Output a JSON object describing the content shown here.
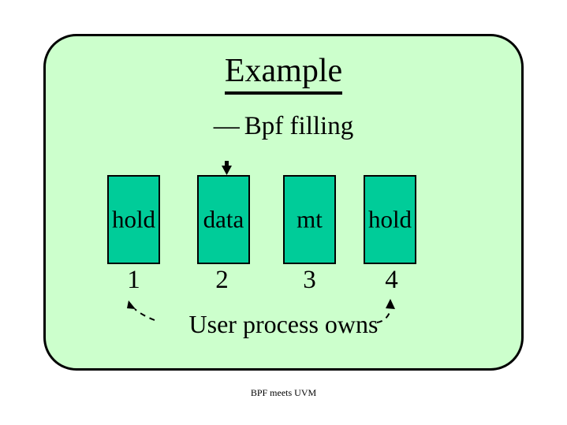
{
  "slide": {
    "title": "Example",
    "subtitle_dash": "—",
    "subtitle": "Bpf filling",
    "caption": "User process owns",
    "footer": "BPF meets UVM",
    "panel_fill": "#ccffcc",
    "panel_border": "#000000",
    "box_fill": "#00cc99",
    "box_border": "#000000",
    "text_color": "#000000",
    "page_background": "#ffffff"
  },
  "buffers": {
    "column_headers": [
      "1",
      "2",
      "3",
      "4"
    ],
    "cells": [
      {
        "index": "1",
        "state": "hold"
      },
      {
        "index": "2",
        "state": "data"
      },
      {
        "index": "3",
        "state": "mt"
      },
      {
        "index": "4",
        "state": "hold"
      }
    ]
  },
  "annotations": {
    "fill_arrow": {
      "name": "down-arrow-into-buffer-2",
      "target_index": "2",
      "direction": "down"
    },
    "owner_arrows": [
      {
        "name": "curved-arrow-to-buffer-1",
        "target_index": "1",
        "direction": "up-left"
      },
      {
        "name": "curved-arrow-to-buffer-4",
        "target_index": "4",
        "direction": "up-right"
      }
    ]
  }
}
